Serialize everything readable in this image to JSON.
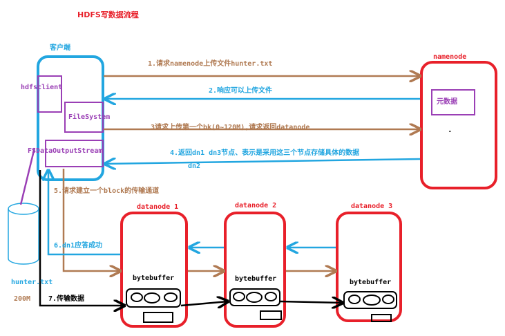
{
  "title": "HDFS写数据流程",
  "client": {
    "label": "客户端",
    "hdfsclient": "hdfsclient",
    "filesystem": "FileSystem",
    "fsdos": "FSDataOutputStream"
  },
  "namenode": {
    "label": "namenode",
    "metadata": "元数据",
    "dot": "."
  },
  "datanodes": [
    {
      "label": "datanode 1",
      "buffer": "bytebuffer"
    },
    {
      "label": "datanode 2",
      "buffer": "bytebuffer"
    },
    {
      "label": "datanode 3",
      "buffer": "bytebuffer"
    }
  ],
  "file": {
    "name": "hunter.txt",
    "size": "200M"
  },
  "steps": {
    "s1": "1.请求namenode上传文件hunter.txt",
    "s2": "2.响应可以上传文件",
    "s3": "3请求上传第一个bk(0~120M),请求返回datanode",
    "s4": "4.返回dn1  dn3节点、表示是采用这三个节点存储具体的数据",
    "s4b": "dn2",
    "s5": "5.请求建立一个block的传输通道",
    "s6": "6.dn1应答成功",
    "s7": "7.传输数据"
  },
  "colors": {
    "red": "#e8202a",
    "blue": "#22a6e0",
    "brown": "#b07a52",
    "purple": "#9a3fb5",
    "black": "#000000"
  }
}
